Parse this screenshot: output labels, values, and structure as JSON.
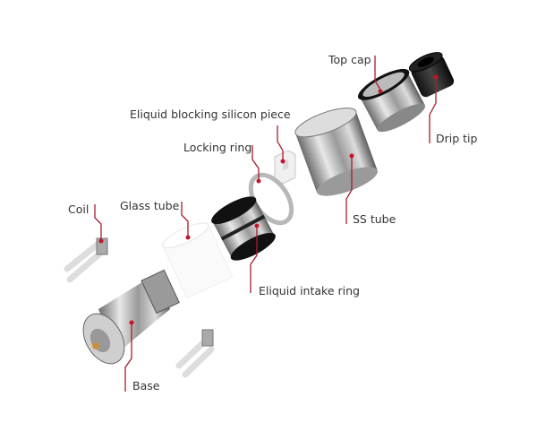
{
  "labels": {
    "top_cap": "Top cap",
    "drip_tip": "Drip tip",
    "silicon_piece": "Eliquid blocking silicon piece",
    "locking_ring": "Locking ring",
    "ss_tube": "SS tube",
    "coil": "Coil",
    "glass_tube": "Glass tube",
    "intake_ring": "Eliquid intake ring",
    "base": "Base"
  },
  "colors": {
    "leader": "#a81c2c",
    "dot": "#c0172b"
  }
}
